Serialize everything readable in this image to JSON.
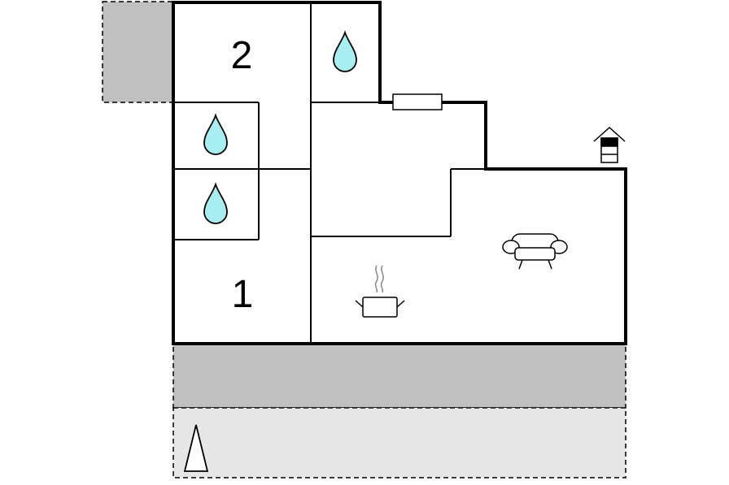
{
  "floor_plan": {
    "rooms": [
      {
        "id": "bedroom-2",
        "label": "2"
      },
      {
        "id": "bedroom-1",
        "label": "1"
      }
    ],
    "icons": [
      {
        "name": "water-drop-icon",
        "room": "bathroom-upper-right"
      },
      {
        "name": "water-drop-icon",
        "room": "bathroom-left-upper"
      },
      {
        "name": "water-drop-icon",
        "room": "bathroom-left-lower"
      },
      {
        "name": "radiator-icon",
        "room": "hallway-wall"
      },
      {
        "name": "fireplace-chimney-icon",
        "room": "living-room-exterior"
      },
      {
        "name": "sofa-icon",
        "room": "living-room"
      },
      {
        "name": "cooking-pot-icon",
        "room": "kitchen"
      },
      {
        "name": "north-arrow-icon",
        "room": "outdoor-area"
      }
    ],
    "areas": [
      {
        "name": "outdoor-patio-left",
        "style": "dashed",
        "fill": "#c0c0c0"
      },
      {
        "name": "terrace",
        "style": "dashed",
        "fill": "#c0c0c0"
      },
      {
        "name": "garden",
        "style": "dashed",
        "fill": "#e6e6e6"
      }
    ],
    "colors": {
      "wall": "#000000",
      "water": "#a8eef0",
      "terrace": "#c0c0c0",
      "garden": "#e6e6e6"
    }
  }
}
